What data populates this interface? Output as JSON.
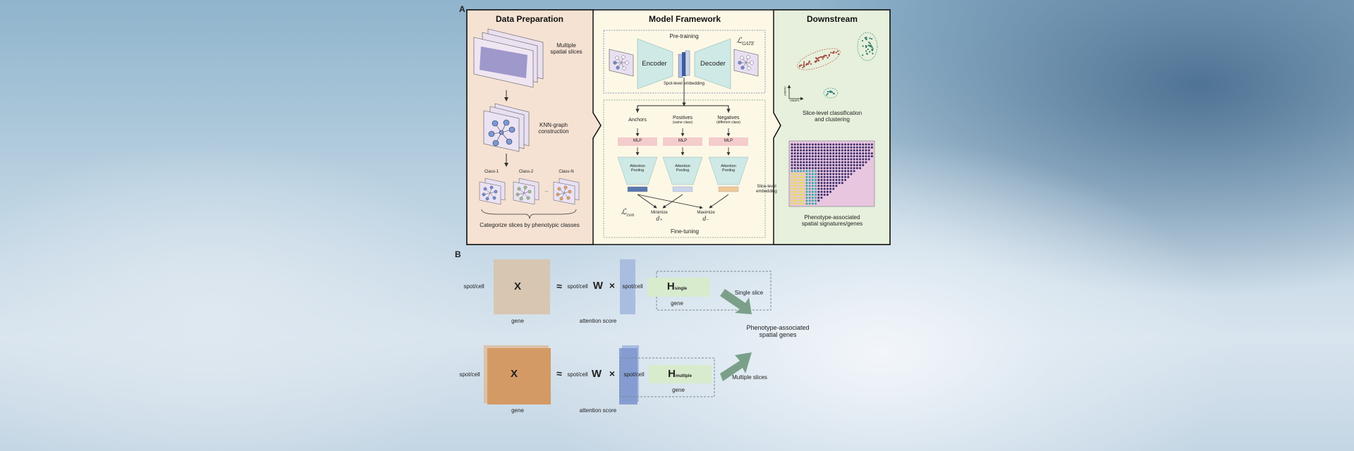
{
  "panel_a": {
    "label": "A",
    "data_preparation": {
      "title": "Data Preparation",
      "slices_label": [
        "Multiple",
        "spatial slices"
      ],
      "knn_label": [
        "KNN-graph",
        "construction"
      ],
      "classes": [
        "Class-1",
        "Class-2",
        "Class-N"
      ],
      "ellipsis": "...",
      "caption": "Categorize slices by phenotypic classes",
      "colors": {
        "background": "#f5e2d3",
        "class1": "#6f8fd0",
        "class2": "#9cc08a",
        "classN": "#e5a55a"
      }
    },
    "model_framework": {
      "title": "Model Framework",
      "pretraining": {
        "title": "Pre-training",
        "encoder": "Encoder",
        "decoder": "Decoder",
        "embedding_label": "Spot-level embedding",
        "loss": "ℒ",
        "loss_sub": "GATE"
      },
      "finetuning": {
        "title": "Fine-tuning",
        "branches": [
          {
            "label": "Anchors",
            "sub": "",
            "mlp": "MLP",
            "pool": [
              "Attention",
              "Pooling"
            ],
            "color": "#5a78b0"
          },
          {
            "label": "Positives",
            "sub": "(same class)",
            "mlp": "MLP",
            "pool": [
              "Attention",
              "Pooling"
            ],
            "color": "#c9d5ec"
          },
          {
            "label": "Negatives",
            "sub": "(different class)",
            "mlp": "MLP",
            "pool": [
              "Attention",
              "Pooling"
            ],
            "color": "#f2c99a"
          }
        ],
        "slice_embedding_label": [
          "Slice-level",
          "embedding"
        ],
        "loss": "ℒ",
        "loss_sub": "con",
        "minimize": "Minimize",
        "minimize_var": "d₊",
        "maximize": "Maximize",
        "maximize_var": "d₋"
      },
      "colors": {
        "background": "#fdf8e6",
        "network": "#cfe9e6",
        "mlp": "#f4cccc"
      }
    },
    "downstream": {
      "title": "Downstream",
      "axis_y": "UMAP2",
      "axis_x": "UMAP1",
      "clustering_caption": [
        "Slice-level classification",
        "and clustering"
      ],
      "signature_caption": [
        "Phenotype-associated",
        "spatial signatures/genes"
      ],
      "colors": {
        "background": "#e6f0dc",
        "cluster1": "#a5413a",
        "cluster2": "#2f7a63",
        "cluster3": "#2f7f86"
      }
    }
  },
  "panel_b": {
    "label": "B",
    "rows": [
      {
        "x_symbol": "X",
        "row_label": "spot/cell",
        "col_label": "gene",
        "approx": "≈",
        "w_row": "spot/cell",
        "w_symbol": "W",
        "w_label": "attention score",
        "times": "×",
        "h_row": "spot/cell",
        "h_symbol": "H",
        "h_sub": "single",
        "h_col": "gene",
        "arrow_label": "Single slice",
        "x_color": "#d8c3ab",
        "w_color": "#a9bde0"
      },
      {
        "x_symbol": "X",
        "row_label": "spot/cell",
        "col_label": "gene",
        "approx": "≈",
        "w_row": "spot/cell",
        "w_symbol": "W",
        "w_label": "attention score",
        "times": "×",
        "h_row": "spot/cell",
        "h_symbol": "H",
        "h_sub": "multiple",
        "h_col": "gene",
        "arrow_label": "Multiple slices",
        "x_color": "#d49a66",
        "w_color": "#7f98cf"
      }
    ],
    "result": [
      "Phenotype-associated",
      "spatial genes"
    ],
    "colors": {
      "h_box": "#d8ebcd",
      "arrow": "#7ba08a"
    }
  }
}
